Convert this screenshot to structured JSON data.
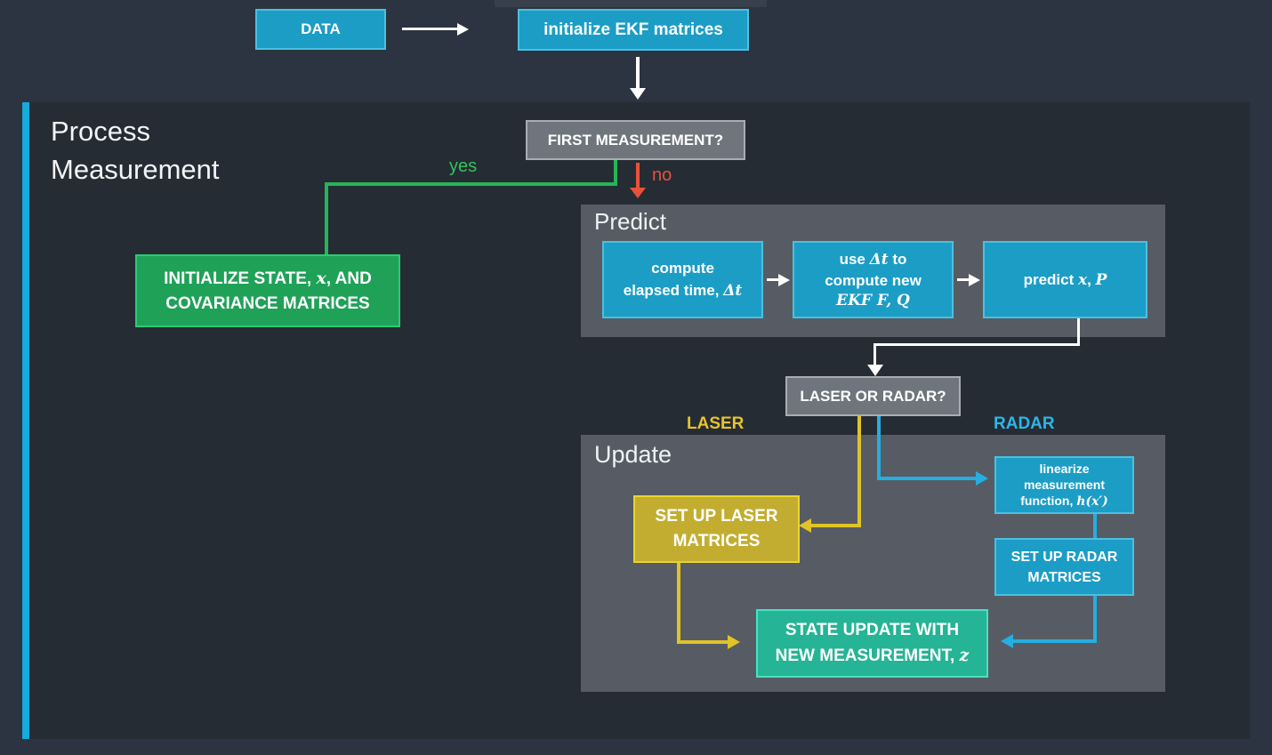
{
  "top_flow": {
    "data_label": "DATA",
    "init_label": "initialize EKF matrices"
  },
  "section": {
    "title_line1": "Process",
    "title_line2": "Measurement"
  },
  "decision_first": {
    "label": "FIRST MEASUREMENT?",
    "yes": "yes",
    "no": "no"
  },
  "init_state_box": {
    "l1a": "INITIALIZE STATE, ",
    "l1m": "x",
    "l1b": ", AND",
    "l2": "COVARIANCE MATRICES"
  },
  "predict": {
    "title": "Predict",
    "box1": {
      "l1": "compute",
      "l2a": "elapsed time, ",
      "l2m": "Δt"
    },
    "box2": {
      "l1a": "use ",
      "l1m": "Δt",
      "l1b": " to",
      "l2": "compute new",
      "l3m": "EKF F, Q"
    },
    "box3": {
      "a": "predict ",
      "m1": "x",
      "b": ", ",
      "m2": "P"
    }
  },
  "decision_sensor": {
    "label": "LASER OR RADAR?",
    "laser": "LASER",
    "radar": "RADAR"
  },
  "update": {
    "title": "Update",
    "laser_box": {
      "l1": "SET UP LASER",
      "l2": "MATRICES"
    },
    "linearize_box": {
      "l1": "linearize",
      "l2": "measurement",
      "l3a": "function, ",
      "l3m": "h(x′)"
    },
    "radar_box": {
      "l1": "SET UP RADAR",
      "l2": "MATRICES"
    },
    "state_box": {
      "l1": "STATE UPDATE WITH",
      "l2a": "NEW MEASUREMENT, ",
      "l2m": "z"
    }
  },
  "colors": {
    "outer_bg": "#2b3440",
    "panel_bg": "#262c34",
    "section_panel_bg": "#575c64",
    "teal_fill": "#1b9dc6",
    "teal_border": "#4cc0e0",
    "gray_fill": "#70757d",
    "green_fill": "#20a158",
    "green_line": "#24b656",
    "yellow_fill": "#c3ad31",
    "yellow_line": "#e0c327",
    "teal_green_fill": "#25b495",
    "blue_line": "#25aee1",
    "red_arrow": "#e8513a",
    "cyan_bar": "#16abdb",
    "laser_label": "#e7c42b",
    "radar_label": "#2cb6e9"
  }
}
